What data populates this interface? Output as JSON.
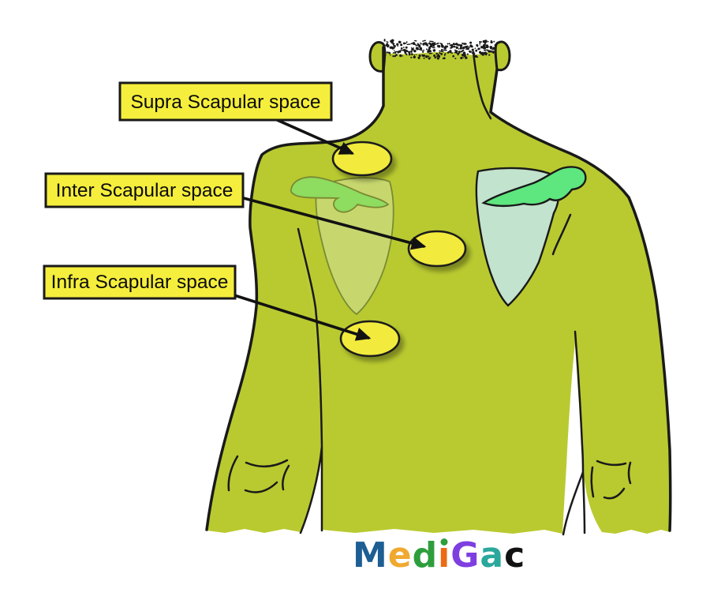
{
  "diagram": {
    "subject": "posterior torso with scapular spaces",
    "labels": {
      "supra": "Supra Scapular space",
      "inter": "Inter Scapular space",
      "infra": "Infra Scapular space"
    }
  },
  "logo": {
    "text": "MediGac",
    "letters": [
      {
        "ch": "M",
        "color": "#1d5e93"
      },
      {
        "ch": "e",
        "color": "#f0a930"
      },
      {
        "ch": "d",
        "color": "#2e9e3c"
      },
      {
        "ch": "i",
        "color": "#ed6a13",
        "dot_color": "#2e9e3c"
      },
      {
        "ch": "G",
        "color": "#7e3fe0"
      },
      {
        "ch": "a",
        "color": "#2aa89b"
      },
      {
        "ch": "c",
        "color": "#121212"
      }
    ]
  },
  "colors": {
    "body": "#b9ca30",
    "ink": "#1a1a1a",
    "marker_ellipse": "#f2eb3e",
    "label_bg": "#f5ee3c",
    "scapula_left_body": "#c7d76e",
    "scapula_left_spine": "#8edc60",
    "scapula_left_stroke": "#7a8a33",
    "scapula_right_body": "#c2e3cd",
    "scapula_right_spine": "#5ee67f"
  }
}
